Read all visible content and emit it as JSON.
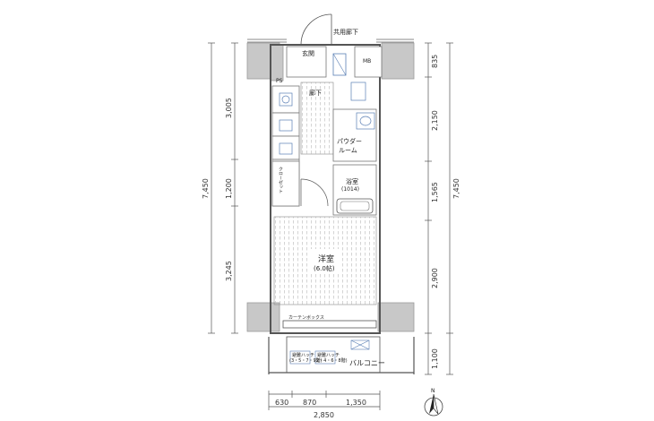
{
  "labels": {
    "corridor": "共用廊下",
    "entrance": "玄関",
    "mb": "MB",
    "ps": "PS",
    "hallway": "廊下",
    "powder_room_1": "パウダー",
    "powder_room_2": "ルーム",
    "bathroom": "浴室",
    "bathroom_size": "(1014)",
    "western_room": "洋室",
    "western_room_size": "(6.0帖)",
    "closet": "クローゼット",
    "balcony": "バルコニー",
    "evac_hatch_1a": "避難ハッチ",
    "evac_hatch_1b": "(3・5・7・9階)",
    "evac_hatch_2a": "避難ハッチ",
    "evac_hatch_2b": "(2・4・6・8階)",
    "curtain_box": "カーテンボックス",
    "north": "N"
  },
  "dimensions": {
    "left_total": "7,450",
    "left_segments": [
      "3,005",
      "1,200",
      "3,245"
    ],
    "right_total": "7,450",
    "right_segments": [
      "835",
      "2,150",
      "1,565",
      "2,900"
    ],
    "right_balcony": "1,100",
    "bottom_segments": [
      "630",
      "870",
      "1,350"
    ],
    "bottom_total": "2,850"
  }
}
